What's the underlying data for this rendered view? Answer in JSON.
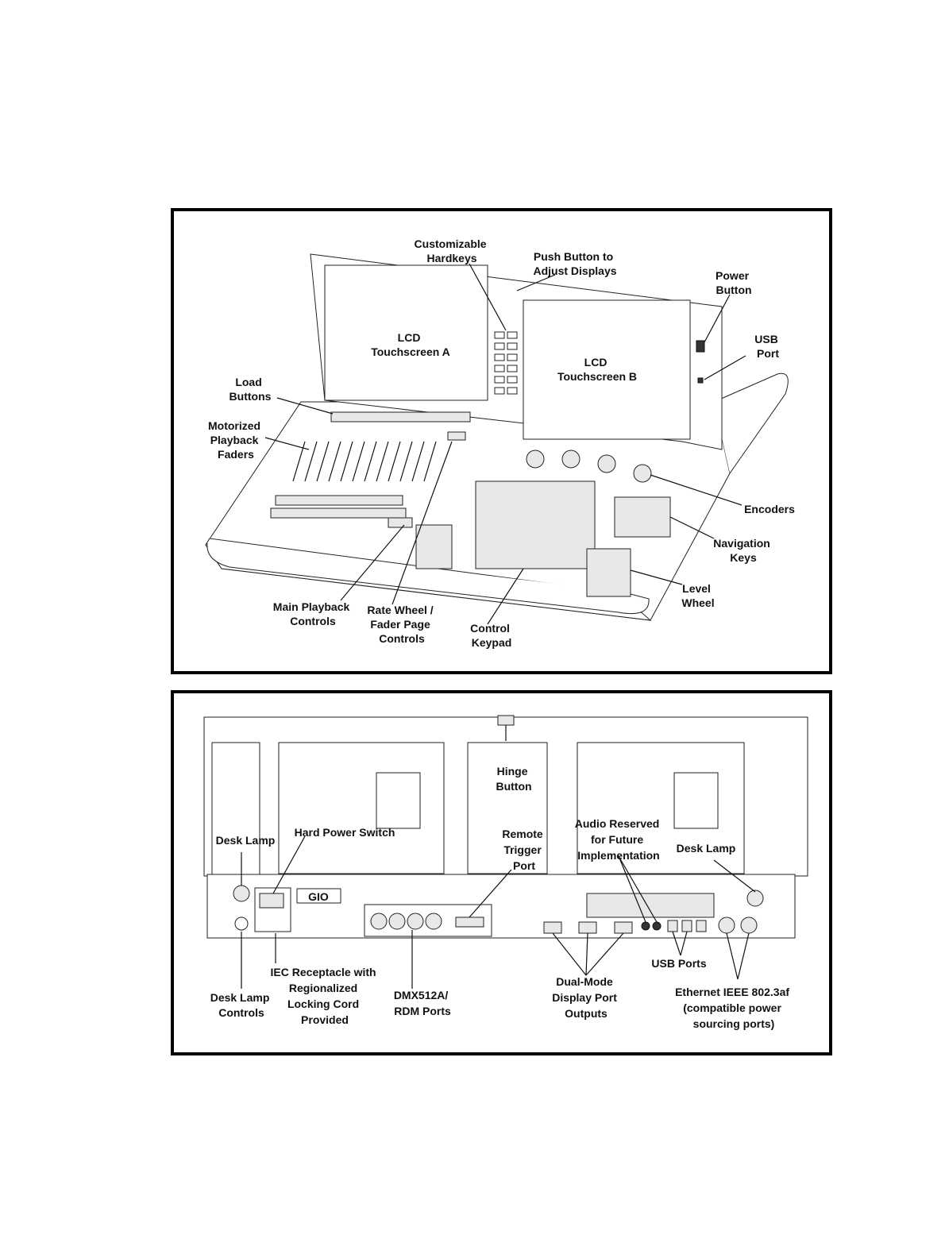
{
  "front_view": {
    "labels": {
      "customizable_hardkeys": [
        "Customizable",
        "Hardkeys"
      ],
      "push_button_adjust_displays": [
        "Push Button to",
        "Adjust Displays"
      ],
      "power_button": [
        "Power",
        "Button"
      ],
      "usb_port": [
        "USB",
        "Port"
      ],
      "lcd_touchscreen_a": [
        "LCD",
        "Touchscreen A"
      ],
      "lcd_touchscreen_b": [
        "LCD",
        "Touchscreen B"
      ],
      "load_buttons": [
        "Load",
        "Buttons"
      ],
      "motorized_playback_faders": [
        "Motorized",
        "Playback",
        "Faders"
      ],
      "encoders": [
        "Encoders"
      ],
      "navigation_keys": [
        "Navigation",
        "Keys"
      ],
      "level_wheel": [
        "Level",
        "Wheel"
      ],
      "main_playback_controls": [
        "Main Playback",
        "Controls"
      ],
      "rate_wheel_fader_page_controls": [
        "Rate Wheel /",
        "Fader Page",
        "Controls"
      ],
      "control_keypad": [
        "Control",
        "Keypad"
      ]
    }
  },
  "rear_view": {
    "labels": {
      "hinge_button": [
        "Hinge",
        "Button"
      ],
      "desk_lamp_left": [
        "Desk Lamp"
      ],
      "hard_power_switch": [
        "Hard Power Switch"
      ],
      "remote_trigger_port": [
        "Remote",
        "Trigger",
        "Port"
      ],
      "audio_reserved": [
        "Audio Reserved",
        "for Future",
        "Implementation"
      ],
      "desk_lamp_right": [
        "Desk Lamp"
      ],
      "desk_lamp_controls": [
        "Desk Lamp",
        "Controls"
      ],
      "iec_receptacle": [
        "IEC Receptacle with",
        "Regionalized",
        "Locking Cord",
        "Provided"
      ],
      "dmx_rdm_ports": [
        "DMX512A/",
        "RDM Ports"
      ],
      "display_port_outputs": [
        "Dual-Mode",
        "Display Port",
        "Outputs"
      ],
      "usb_ports": [
        "USB Ports"
      ],
      "ethernet": [
        "Ethernet IEEE 802.3af",
        "(compatible power",
        "sourcing ports)"
      ]
    },
    "logo_text": "GIO"
  }
}
